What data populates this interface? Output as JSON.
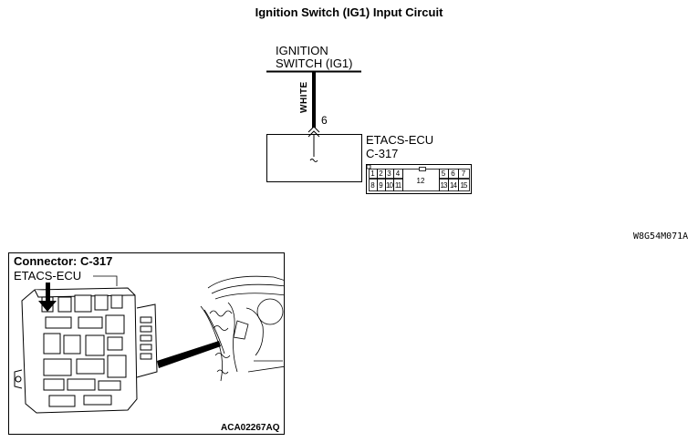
{
  "title": "Ignition Switch (IG1) Input Circuit",
  "switch": {
    "line1": "IGNITION",
    "line2": "SWITCH (IG1)"
  },
  "wire": {
    "color": "WHITE",
    "pin": "6"
  },
  "ecu": {
    "name": "ETACS-ECU",
    "connector": "C-317"
  },
  "connector_pins": {
    "top_left": [
      "1",
      "2",
      "3",
      "4"
    ],
    "top_right": [
      "5",
      "6",
      "7"
    ],
    "middle": "12",
    "bottom_left": [
      "8",
      "9",
      "10",
      "11"
    ],
    "bottom_right": [
      "13",
      "14",
      "15"
    ]
  },
  "figure_code": "W8G54M071A",
  "photo": {
    "title": "Connector: C-317",
    "subtitle": "ETACS-ECU",
    "code": "ACA02267AQ"
  }
}
